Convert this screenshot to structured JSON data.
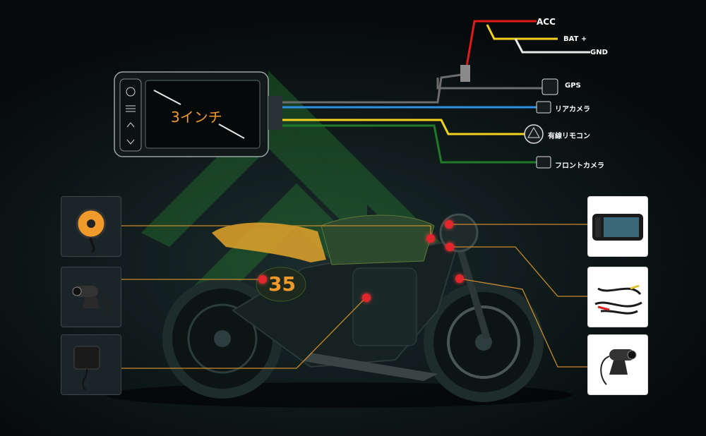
{
  "diagram": {
    "screen_label": "3インチ",
    "number_plate": "35",
    "connectors": {
      "acc": "ACC",
      "bat": "BAT +",
      "gnd": "GND",
      "gps": "GPS",
      "rear_camera": "リアカメラ",
      "wired_remote": "有線リモコン",
      "front_camera": "フロントカメラ"
    }
  },
  "colors": {
    "red_wire": "#e01919",
    "yellow_wire": "#f2d21f",
    "white_wire": "#e8e8e8",
    "gray_wire": "#6c6c6c",
    "blue_wire": "#2f8fe0",
    "green_wire": "#1f7a28",
    "leader_line": "#c98a2b",
    "pin": "#e3262b",
    "accent_orange": "#f09a2c",
    "watermark_green": "#2a8a35"
  },
  "thumbnails": {
    "left": [
      "wired-remote-icon",
      "rear-camera-icon",
      "gps-module-icon"
    ],
    "right": [
      "dashcam-display-icon",
      "wiring-harness-icon",
      "front-camera-icon"
    ]
  }
}
